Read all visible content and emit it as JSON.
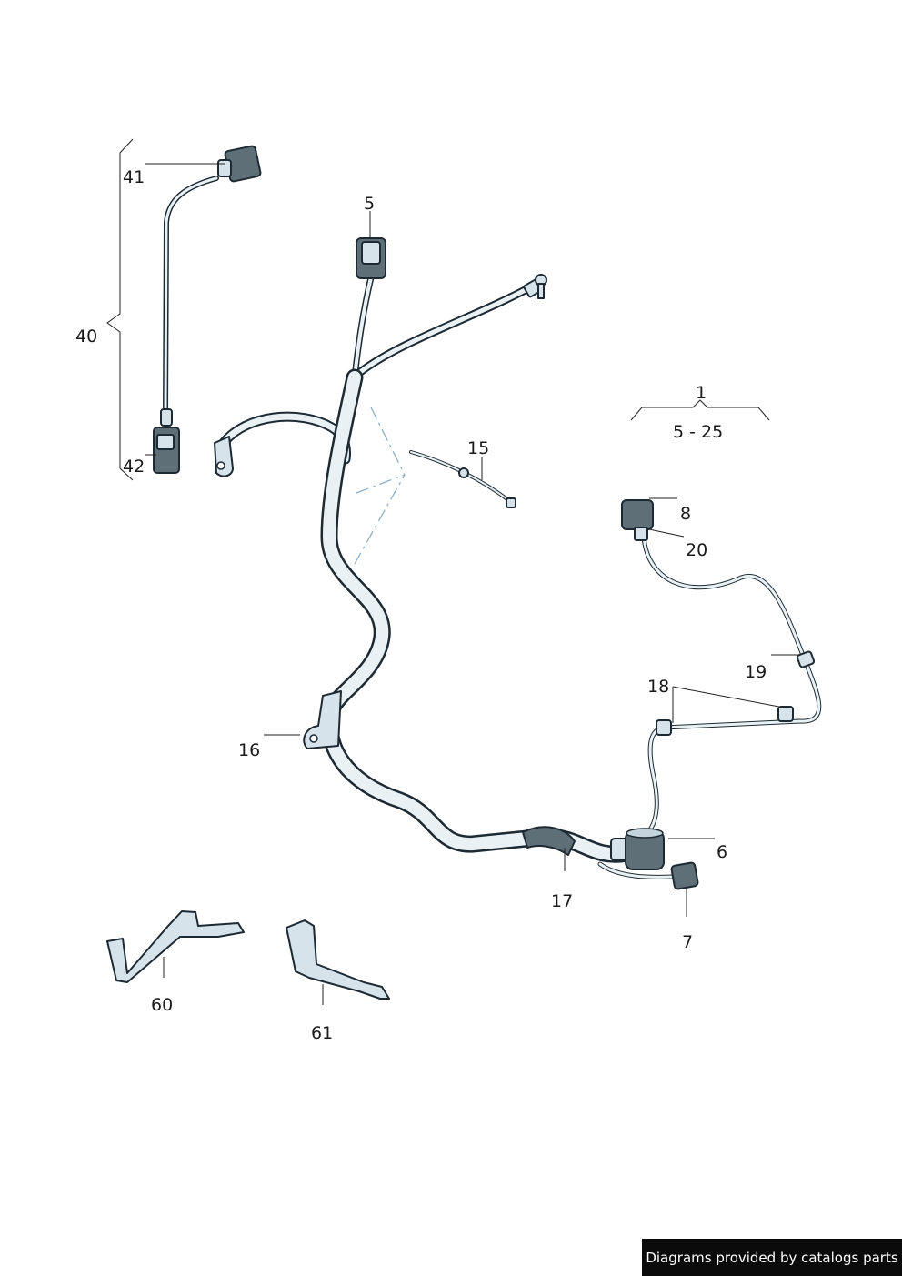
{
  "diagram": {
    "labels": {
      "l1": "1",
      "range": "5 - 25",
      "l5": "5",
      "l6": "6",
      "l7": "7",
      "l8": "8",
      "l15": "15",
      "l16": "16",
      "l17": "17",
      "l18": "18",
      "l19": "19",
      "l20": "20",
      "l40": "40",
      "l41": "41",
      "l42": "42",
      "l60": "60",
      "l61": "61"
    }
  },
  "footer": {
    "credit": "Diagrams provided by catalogs parts"
  },
  "colors": {
    "cable_fill": "#e9f1f5",
    "outline": "#1d2a33",
    "part_fill": "#d6e3ea",
    "connector_dark": "#5f6f78",
    "dash_lines": "#8fb0c8",
    "footer_bg": "#0b0b0b"
  }
}
